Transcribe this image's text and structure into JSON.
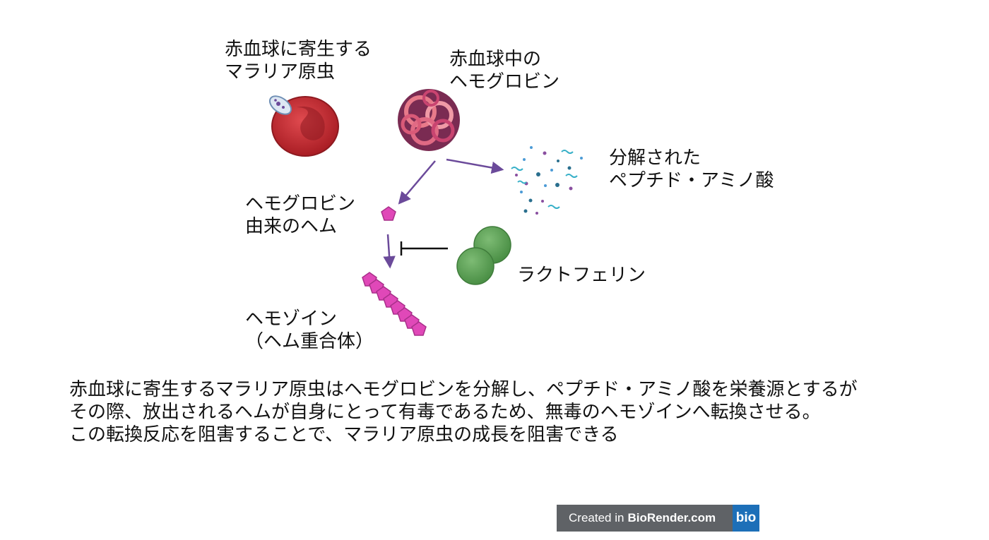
{
  "labels": {
    "parasite": [
      "赤血球に寄生する",
      "マラリア原虫"
    ],
    "hemoglobin": [
      "赤血球中の",
      "ヘモグロビン"
    ],
    "peptides": [
      "分解された",
      "ペプチド・アミノ酸"
    ],
    "heme": [
      "ヘモグロビン",
      "由来のヘム"
    ],
    "lactoferrin": "ラクトフェリン",
    "hemozoin": [
      "ヘモゾイン",
      "（ヘム重合体）"
    ]
  },
  "description": [
    "赤血球に寄生するマラリア原虫はヘモグロビンを分解し、ペプチド・アミノ酸を栄養源とするが",
    "その際、放出されるヘムが自身にとって有毒であるため、無毒のヘモゾインへ転換させる。",
    "この転換反応を阻害することで、マラリア原虫の成長を阻害できる"
  ],
  "badge": {
    "prefix": "Created in",
    "brand": "BioRender.com",
    "logo": "bio"
  },
  "colors": {
    "arrow": "#6b4a9a",
    "rbc": "#c0262c",
    "heme": "#e048b8",
    "lactoferrin": "#5fa55a",
    "badge_bg": "#5f6266",
    "badge_logo_bg": "#1d6fb8"
  },
  "icons": [
    "red-blood-cell-icon",
    "malaria-parasite-icon",
    "hemoglobin-protein-icon",
    "peptide-fragments-icon",
    "heme-pentagon-icon",
    "hemozoin-chain-icon",
    "lactoferrin-icon"
  ]
}
